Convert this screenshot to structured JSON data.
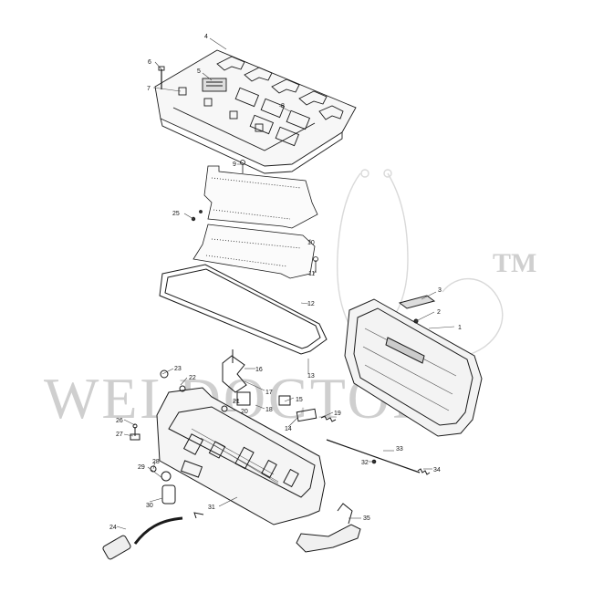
{
  "watermark": {
    "text": "WELDOCTOR",
    "tm": "TM"
  },
  "parts": [
    {
      "label": "1"
    },
    {
      "label": "2"
    },
    {
      "label": "3"
    },
    {
      "label": "4"
    },
    {
      "label": "5"
    },
    {
      "label": "6"
    },
    {
      "label": "7"
    },
    {
      "label": "8"
    },
    {
      "label": "9"
    },
    {
      "label": "10"
    },
    {
      "label": "11"
    },
    {
      "label": "12"
    },
    {
      "label": "13"
    },
    {
      "label": "14"
    },
    {
      "label": "15"
    },
    {
      "label": "16"
    },
    {
      "label": "17"
    },
    {
      "label": "18"
    },
    {
      "label": "19"
    },
    {
      "label": "20"
    },
    {
      "label": "21"
    },
    {
      "label": "22"
    },
    {
      "label": "23"
    },
    {
      "label": "24"
    },
    {
      "label": "25"
    },
    {
      "label": "26"
    },
    {
      "label": "27"
    },
    {
      "label": "28"
    },
    {
      "label": "29"
    },
    {
      "label": "30"
    },
    {
      "label": "31"
    },
    {
      "label": "32"
    },
    {
      "label": "33"
    },
    {
      "label": "34"
    },
    {
      "label": "35"
    }
  ]
}
